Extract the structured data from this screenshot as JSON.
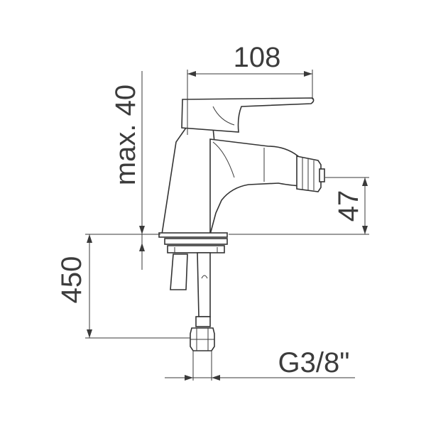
{
  "drawing": {
    "dimensions": {
      "width": "108",
      "max_height": "max. 40",
      "spout_height": "47",
      "hose_length": "450",
      "thread": "G3/8\""
    },
    "colors": {
      "line": "#3a3a3a",
      "background": "#ffffff"
    }
  }
}
